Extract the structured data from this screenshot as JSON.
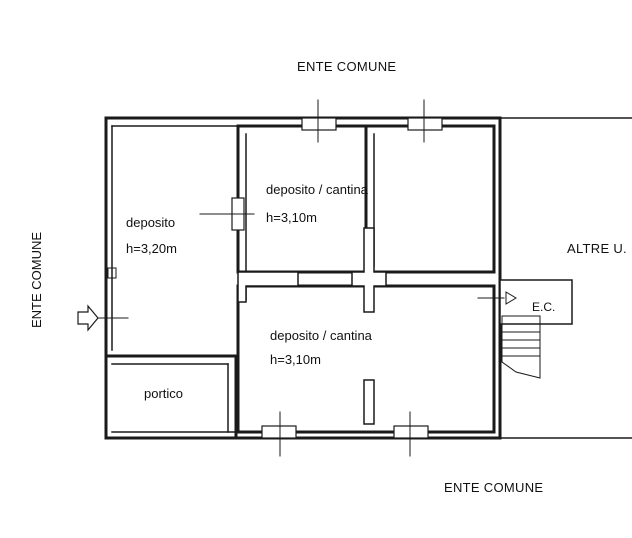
{
  "labels": {
    "top": "ENTE COMUNE",
    "bottom": "ENTE COMUNE",
    "left": "ENTE COMUNE",
    "right": "ALTRE U.",
    "ec": "E.C."
  },
  "rooms": {
    "deposito_left": {
      "name": "deposito",
      "height": "h=3,20m"
    },
    "deposito_top": {
      "name": "deposito / cantina",
      "height": "h=3,10m"
    },
    "deposito_bottom": {
      "name": "deposito / cantina",
      "height": "h=3,10m"
    },
    "portico": {
      "name": "portico"
    }
  },
  "colors": {
    "line": "#1a1a1a",
    "paper": "#ffffff"
  }
}
